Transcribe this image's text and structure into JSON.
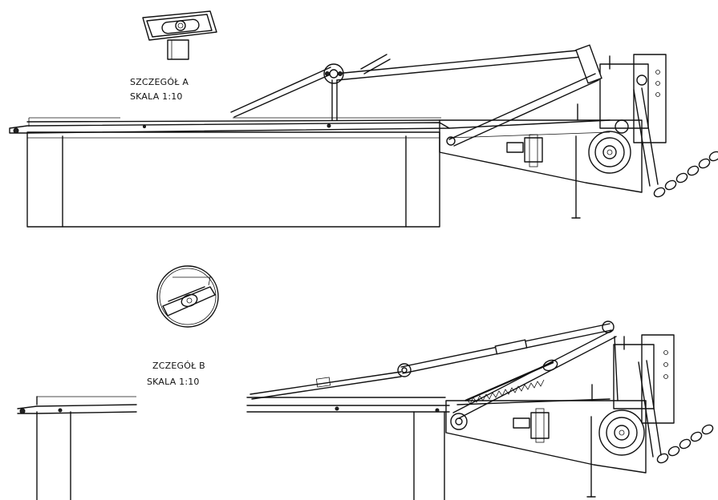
{
  "detail_a": {
    "title": "SZCZEGÓŁ A",
    "scale": "SKALA 1:10"
  },
  "detail_b": {
    "title": "ZCZEGÓŁ B",
    "scale": "SKALA 1:10"
  },
  "colors": {
    "line": "#111111",
    "background": "#ffffff"
  }
}
